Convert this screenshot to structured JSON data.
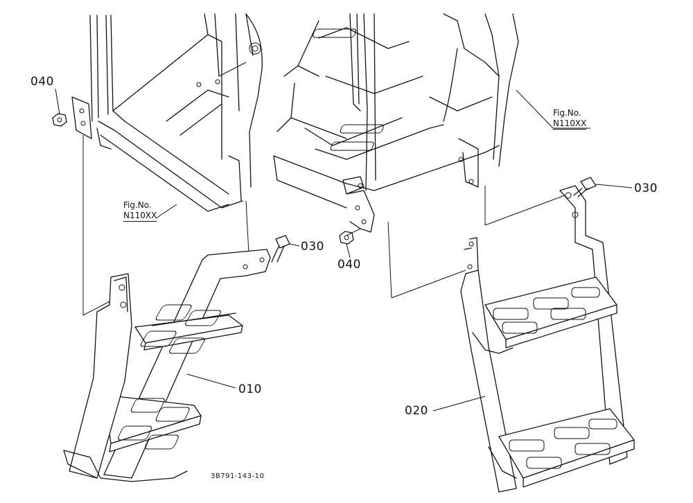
{
  "diagram": {
    "part_labels": {
      "p010": "010",
      "p020": "020",
      "p030_left": "030",
      "p030_right": "030",
      "p040_left": "040",
      "p040_right": "040"
    },
    "figure_refs": {
      "left": {
        "prefix": "Fig.No.",
        "ref": "N110XX"
      },
      "right": {
        "prefix": "Fig.No.",
        "ref": "N110XX"
      }
    },
    "drawing_code": "3B791-143-10"
  }
}
